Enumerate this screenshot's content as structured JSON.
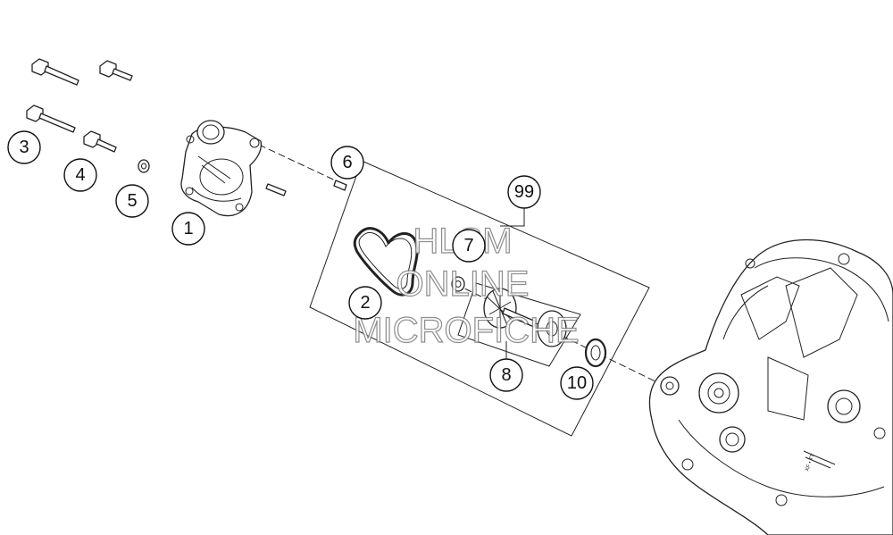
{
  "callouts": {
    "c1": "1",
    "c2": "2",
    "c3": "3",
    "c4": "4",
    "c5": "5",
    "c6": "6",
    "c7": "7",
    "c8": "8",
    "c10": "10",
    "c99": "99"
  },
  "watermark": {
    "line1": "HLSM",
    "line2": "ONLINE",
    "line3": "MICROFICHE"
  },
  "engraving": {
    "code": "XF • TT"
  }
}
